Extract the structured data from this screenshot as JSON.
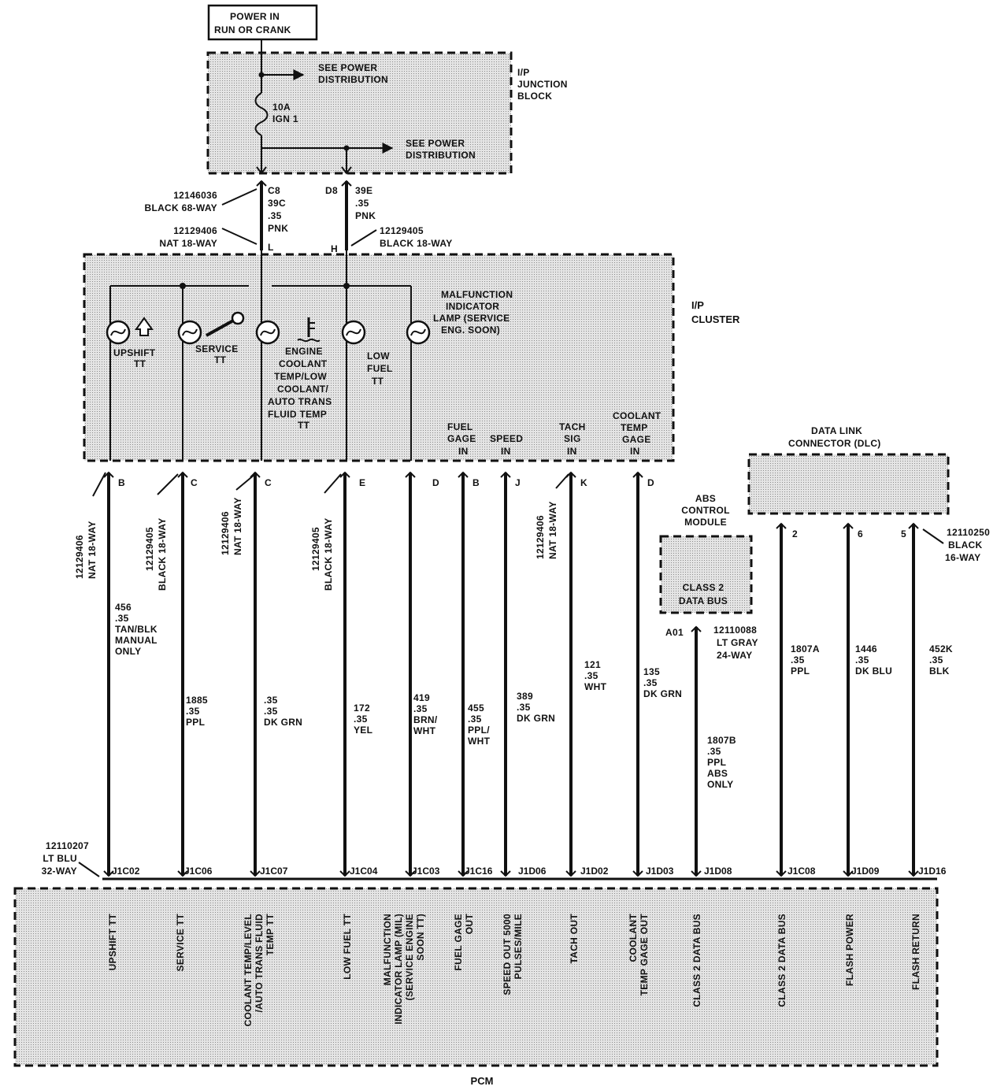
{
  "power_label": [
    "POWER IN",
    "RUN OR CRANK"
  ],
  "ipjb": {
    "name": [
      "I/P",
      "JUNCTION",
      "BLOCK"
    ],
    "see_power_1": [
      "SEE POWER",
      "DISTRIBUTION"
    ],
    "see_power_2": [
      "SEE POWER",
      "DISTRIBUTION"
    ],
    "fuse": [
      "10A",
      "IGN 1"
    ]
  },
  "top_connectors": {
    "c1_part": "12146036",
    "c1_desc": "BLACK 68-WAY",
    "c2_part": "12129406",
    "c2_desc": "NAT 18-WAY",
    "c3_part": "12129405",
    "c3_desc": "BLACK 18-WAY",
    "pin_c8": "C8",
    "pin_d8": "D8",
    "wire_39c": [
      "39C",
      ".35",
      "PNK"
    ],
    "wire_39e": [
      "39E",
      ".35",
      "PNK"
    ],
    "pin_l": "L",
    "pin_h": "H"
  },
  "cluster": {
    "name": [
      "I/P",
      "CLUSTER"
    ],
    "mil": [
      "MALFUNCTION",
      "INDICATOR",
      "LAMP (SERVICE",
      "ENG. SOON)"
    ],
    "upshift": [
      "UPSHIFT",
      "TT"
    ],
    "service": [
      "SERVICE",
      "TT"
    ],
    "engine": [
      "ENGINE",
      "COOLANT",
      "TEMP/LOW",
      "COOLANT/",
      "AUTO TRANS",
      "FLUID TEMP",
      "TT"
    ],
    "lowfuel": [
      "LOW",
      "FUEL",
      "TT"
    ],
    "fuelgage": [
      "FUEL",
      "GAGE",
      "IN"
    ],
    "speed": [
      "SPEED",
      "IN"
    ],
    "tach": [
      "TACH",
      "SIG",
      "IN"
    ],
    "coolant": [
      "COOLANT",
      "TEMP",
      "GAGE",
      "IN"
    ]
  },
  "dlc": {
    "name": [
      "DATA LINK",
      "CONNECTOR (DLC)"
    ],
    "conn": [
      "12110250",
      "BLACK",
      "16-WAY"
    ]
  },
  "abs": {
    "name": [
      "ABS",
      "CONTROL",
      "MODULE"
    ],
    "inner": [
      "CLASS 2",
      "DATA BUS"
    ],
    "pin": "A01",
    "conn": [
      "12110088",
      "LT GRAY",
      "24-WAY"
    ]
  },
  "side_connectors": [
    [
      "12129406",
      "NAT 18-WAY"
    ],
    [
      "12129405",
      "BLACK 18-WAY"
    ],
    [
      "12129406",
      "NAT 18-WAY"
    ],
    [
      "12129405",
      "BLACK 18-WAY"
    ],
    [
      "12129406",
      "NAT 18-WAY"
    ]
  ],
  "pcm_conn": [
    "12110207",
    "LT BLU",
    "32-WAY"
  ],
  "wires": [
    {
      "top_pin": "B",
      "bottom_pin": "J1C02",
      "label": [
        "456",
        ".35",
        "TAN/BLK",
        "MANUAL",
        "ONLY"
      ],
      "pcm_func": [
        "UPSHIFT TT"
      ]
    },
    {
      "top_pin": "C",
      "bottom_pin": "J1C06",
      "label": [
        "1885",
        ".35",
        "PPL"
      ],
      "pcm_func": [
        "SERVICE TT"
      ]
    },
    {
      "top_pin": "C",
      "bottom_pin": "J1C07",
      "label": [
        ".35",
        ".35",
        "DK GRN"
      ],
      "pcm_func": [
        "COOLANT TEMP/LEVEL",
        "/AUTO TRANS FLUID",
        "TEMP TT"
      ]
    },
    {
      "top_pin": "E",
      "bottom_pin": "J1C04",
      "label": [
        "172",
        ".35",
        "YEL"
      ],
      "pcm_func": [
        "LOW FUEL TT"
      ]
    },
    {
      "top_pin": "D",
      "bottom_pin": "J1C03",
      "label": [
        "419",
        ".35",
        "BRN/",
        "WHT"
      ],
      "pcm_func": [
        "MALFUNCTION",
        "INDICATOR LAMP (MIL)",
        "(SERVICE ENGINE",
        "SOON TT)"
      ]
    },
    {
      "top_pin": "B",
      "bottom_pin": "J1C16",
      "label": [
        "455",
        ".35",
        "PPL/",
        "WHT"
      ],
      "pcm_func": [
        "FUEL GAGE",
        "OUT"
      ]
    },
    {
      "top_pin": "J",
      "bottom_pin": "J1D06",
      "label": [
        "389",
        ".35",
        "DK GRN"
      ],
      "pcm_func": [
        "SPEED OUT 5000",
        "PULSES/MILE"
      ]
    },
    {
      "top_pin": "K",
      "bottom_pin": "J1D02",
      "label": [
        "121",
        ".35",
        "WHT"
      ],
      "pcm_func": [
        "TACH OUT"
      ]
    },
    {
      "top_pin": "D",
      "bottom_pin": "J1D03",
      "label": [
        "135",
        ".35",
        "DK GRN"
      ],
      "pcm_func": [
        "COOLANT",
        "TEMP GAGE OUT"
      ]
    },
    {
      "top_pin": "",
      "bottom_pin": "J1D08",
      "label": [
        "1807B",
        ".35",
        "PPL",
        "ABS",
        "ONLY"
      ],
      "pcm_func": [
        "CLASS 2 DATA BUS"
      ]
    },
    {
      "top_pin": "2",
      "bottom_pin": "J1C08",
      "label": [
        "1807A",
        ".35",
        "PPL"
      ],
      "pcm_func": [
        "CLASS 2 DATA BUS"
      ]
    },
    {
      "top_pin": "6",
      "bottom_pin": "J1D09",
      "label": [
        "1446",
        ".35",
        "DK BLU"
      ],
      "pcm_func": [
        "FLASH POWER"
      ]
    },
    {
      "top_pin": "5",
      "bottom_pin": "J1D16",
      "label": [
        "452K",
        ".35",
        "BLK"
      ],
      "pcm_func": [
        "FLASH RETURN"
      ]
    }
  ],
  "pcm_name": "PCM"
}
